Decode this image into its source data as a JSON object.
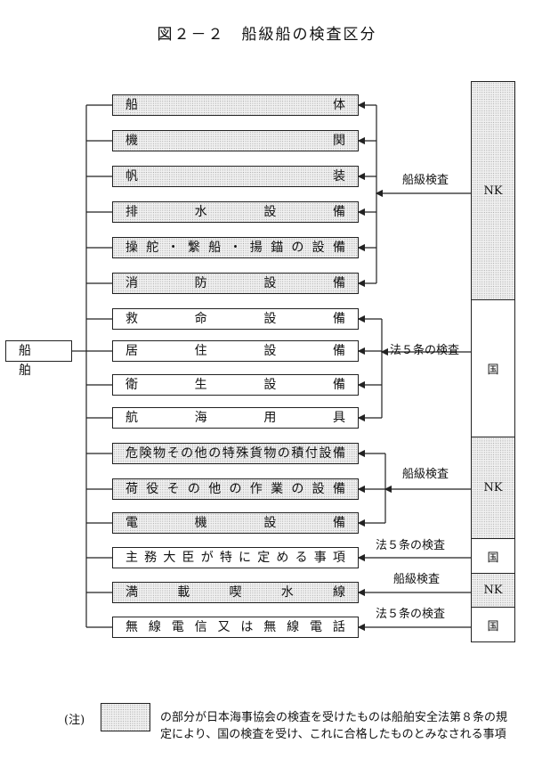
{
  "title": "図２－２　船級船の検査区分",
  "root": "船　　舶",
  "items": [
    {
      "chars": [
        "船",
        "体"
      ],
      "dotted": true
    },
    {
      "chars": [
        "機",
        "関"
      ],
      "dotted": true
    },
    {
      "chars": [
        "帆",
        "装"
      ],
      "dotted": true
    },
    {
      "chars": [
        "排",
        "水",
        "設",
        "備"
      ],
      "dotted": true
    },
    {
      "chars": [
        "操",
        "舵",
        "・",
        "繋",
        "船",
        "・",
        "揚",
        "錨",
        "の",
        "設",
        "備"
      ],
      "dotted": true
    },
    {
      "chars": [
        "消",
        "防",
        "設",
        "備"
      ],
      "dotted": true
    },
    {
      "chars": [
        "救",
        "命",
        "設",
        "備"
      ],
      "dotted": false
    },
    {
      "chars": [
        "居",
        "住",
        "設",
        "備"
      ],
      "dotted": false
    },
    {
      "chars": [
        "衛",
        "生",
        "設",
        "備"
      ],
      "dotted": false
    },
    {
      "chars": [
        "航",
        "海",
        "用",
        "具"
      ],
      "dotted": false
    },
    {
      "chars": [
        "危",
        "険",
        "物",
        "そ",
        "の",
        "他",
        "の",
        "特",
        "殊",
        "貨",
        "物",
        "の",
        "積",
        "付",
        "設",
        "備"
      ],
      "dotted": true
    },
    {
      "chars": [
        "荷",
        "役",
        "そ",
        "の",
        "他",
        "の",
        "作",
        "業",
        "の",
        "設",
        "備"
      ],
      "dotted": true
    },
    {
      "chars": [
        "電",
        "機",
        "設",
        "備"
      ],
      "dotted": true
    },
    {
      "chars": [
        "主",
        "務",
        "大",
        "臣",
        "が",
        "特",
        "に",
        "定",
        "め",
        "る",
        "事",
        "項"
      ],
      "dotted": false
    },
    {
      "chars": [
        "満",
        "載",
        "喫",
        "水",
        "線"
      ],
      "dotted": true
    },
    {
      "chars": [
        "無",
        "線",
        "電",
        "信",
        "又",
        "は",
        "無",
        "線",
        "電",
        "話"
      ],
      "dotted": false
    }
  ],
  "inspection_labels": [
    "船級検査",
    "法５条の検査",
    "船級検査",
    "法５条の検査",
    "船級検査",
    "法５条の検査"
  ],
  "columns": [
    {
      "label": "NK",
      "dotted": true
    },
    {
      "label": "国",
      "dotted": false
    },
    {
      "label": "NK",
      "dotted": true
    },
    {
      "label": "国",
      "dotted": false
    },
    {
      "label": "NK",
      "dotted": true
    },
    {
      "label": "国",
      "dotted": false
    }
  ],
  "note": {
    "mark": "(注)",
    "text": "の部分が日本海事協会の検査を受けたものは船舶安全法第８条の規定により、国の検査を受け、これに合格したものとみなされる事項"
  }
}
